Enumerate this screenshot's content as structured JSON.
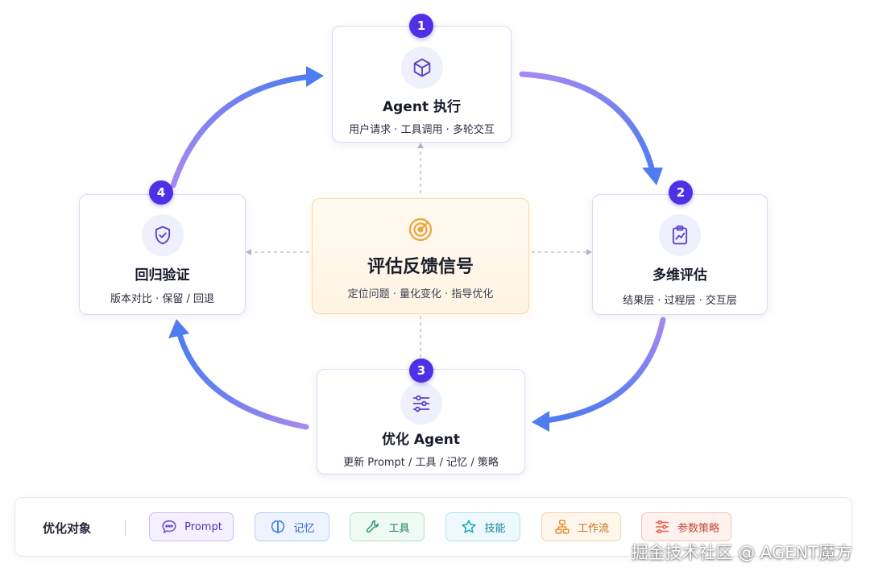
{
  "center": {
    "title": "评估反馈信号",
    "subtitle": "定位问题 · 量化变化 · 指导优化",
    "icon": "target-icon"
  },
  "steps": [
    {
      "number": "1",
      "title": "Agent 执行",
      "subtitle": "用户请求 · 工具调用 · 多轮交互",
      "icon": "cube-icon"
    },
    {
      "number": "2",
      "title": "多维评估",
      "subtitle": "结果层 · 过程层 · 交互层",
      "icon": "clipboard-chart-icon"
    },
    {
      "number": "3",
      "title": "优化 Agent",
      "subtitle": "更新 Prompt / 工具 / 记忆 / 策略",
      "icon": "sliders-icon"
    },
    {
      "number": "4",
      "title": "回归验证",
      "subtitle": "版本对比 · 保留 / 回退",
      "icon": "shield-check-icon"
    }
  ],
  "legend": {
    "title": "优化对象",
    "items": [
      {
        "label": "Prompt",
        "icon": "chat-bubble-icon",
        "color": "#6b4fd8"
      },
      {
        "label": "记忆",
        "icon": "brain-icon",
        "color": "#3b7be0"
      },
      {
        "label": "工具",
        "icon": "wrench-icon",
        "color": "#2f9e6b"
      },
      {
        "label": "技能",
        "icon": "star-icon",
        "color": "#1aa6c4"
      },
      {
        "label": "工作流",
        "icon": "flow-icon",
        "color": "#e8923a"
      },
      {
        "label": "参数策略",
        "icon": "sliders-icon",
        "color": "#e0604a"
      }
    ]
  },
  "watermark": "掘金技术社区 @ AGENT魔方",
  "colors": {
    "badge": "#4f30e6",
    "icon": "#5a44c9",
    "center_icon": "#f0a23a",
    "arrow_start": "#a889f0",
    "arrow_end": "#4f7cf0"
  }
}
